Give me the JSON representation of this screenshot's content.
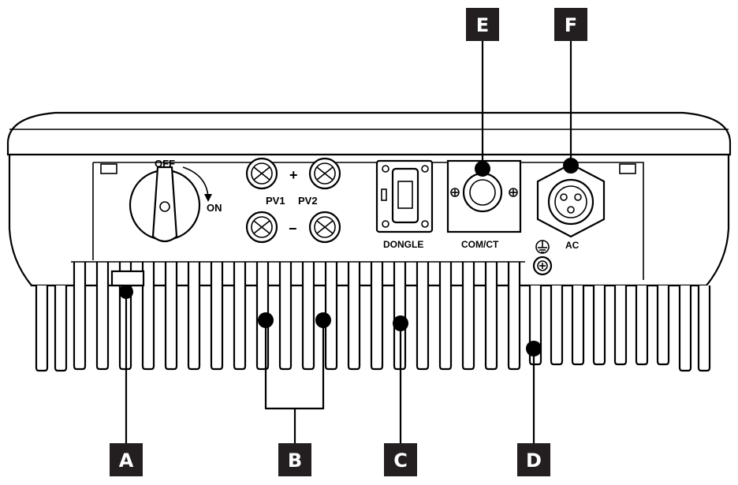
{
  "switch": {
    "off_label": "OFF",
    "on_label": "ON"
  },
  "pv": {
    "plus_label": "+",
    "minus_label": "−",
    "pv1_label": "PV1",
    "pv2_label": "PV2"
  },
  "ports": {
    "dongle_label": "DONGLE",
    "comct_label": "COM/CT",
    "ac_label": "AC"
  },
  "callouts": {
    "a": "A",
    "b": "B",
    "c": "C",
    "d": "D",
    "e": "E",
    "f": "F"
  },
  "colors": {
    "line": "#000000",
    "callout_bg": "#231f20",
    "callout_text": "#ffffff"
  },
  "icons": [
    "ground-symbol-icon",
    "screw-icon"
  ]
}
